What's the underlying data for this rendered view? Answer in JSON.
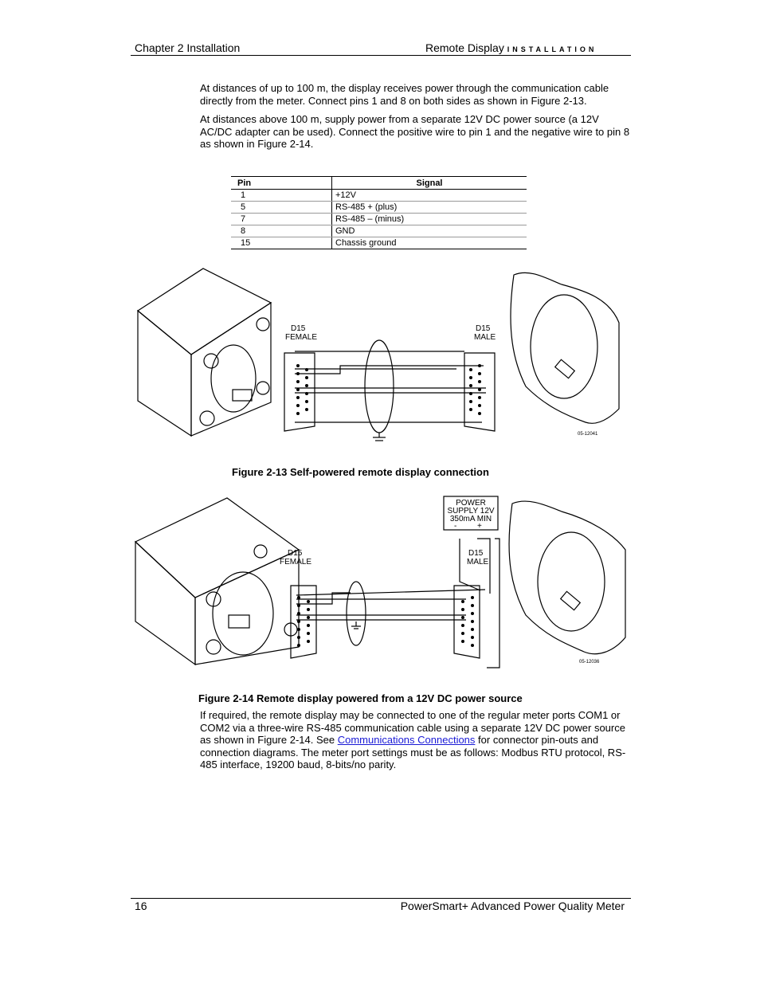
{
  "header": {
    "left": "Chapter 2  Installation",
    "right_title": "Remote Display",
    "right_section": "INSTALLATION"
  },
  "body": {
    "para1": "At distances of up to 100 m, the display receives power through the communication cable directly from the meter. Connect pins 1 and 8 on both sides as shown in Figure 2-13.",
    "para2": "At distances above 100 m, supply power from a separate 12V DC power source (a 12V AC/DC adapter can be used). Connect the positive wire to pin 1 and the negative wire to pin 8 as shown in Figure 2-14.",
    "para3_before": "If required, the remote display may be connected to one of the regular meter ports COM1 or COM2 via a three-wire RS-485 communication cable using a separate 12V DC power source as shown in Figure 2-14. See ",
    "para3_link": "Communications Connections",
    "para3_after": " for connector pin-outs and connection diagrams. The meter port settings must be as follows: Modbus RTU protocol, RS-485 interface, 19200 baud, 8-bits/no parity."
  },
  "table": {
    "headers": [
      "Pin",
      "Signal"
    ],
    "rows": [
      [
        "1",
        "+12V"
      ],
      [
        "5",
        "RS-485 + (plus)"
      ],
      [
        "7",
        "RS-485 – (minus)"
      ],
      [
        "8",
        "GND"
      ],
      [
        "15",
        "Chassis ground"
      ]
    ]
  },
  "figure13": {
    "caption": "Figure 2-13 Self-powered remote display connection",
    "left_connector": [
      "D15",
      "FEMALE"
    ],
    "right_connector": [
      "D15",
      "MALE"
    ]
  },
  "figure14": {
    "caption": "Figure 2-14 Remote display powered from a 12V DC power source",
    "power_supply": [
      "POWER",
      "SUPPLY 12V",
      "350mA MIN"
    ],
    "left_connector": [
      "D15",
      "FEMALE"
    ],
    "right_connector": [
      "D15",
      "MALE"
    ]
  },
  "footer": {
    "page_number": "16",
    "product": "PowerSmart+ Advanced Power Quality Meter"
  }
}
